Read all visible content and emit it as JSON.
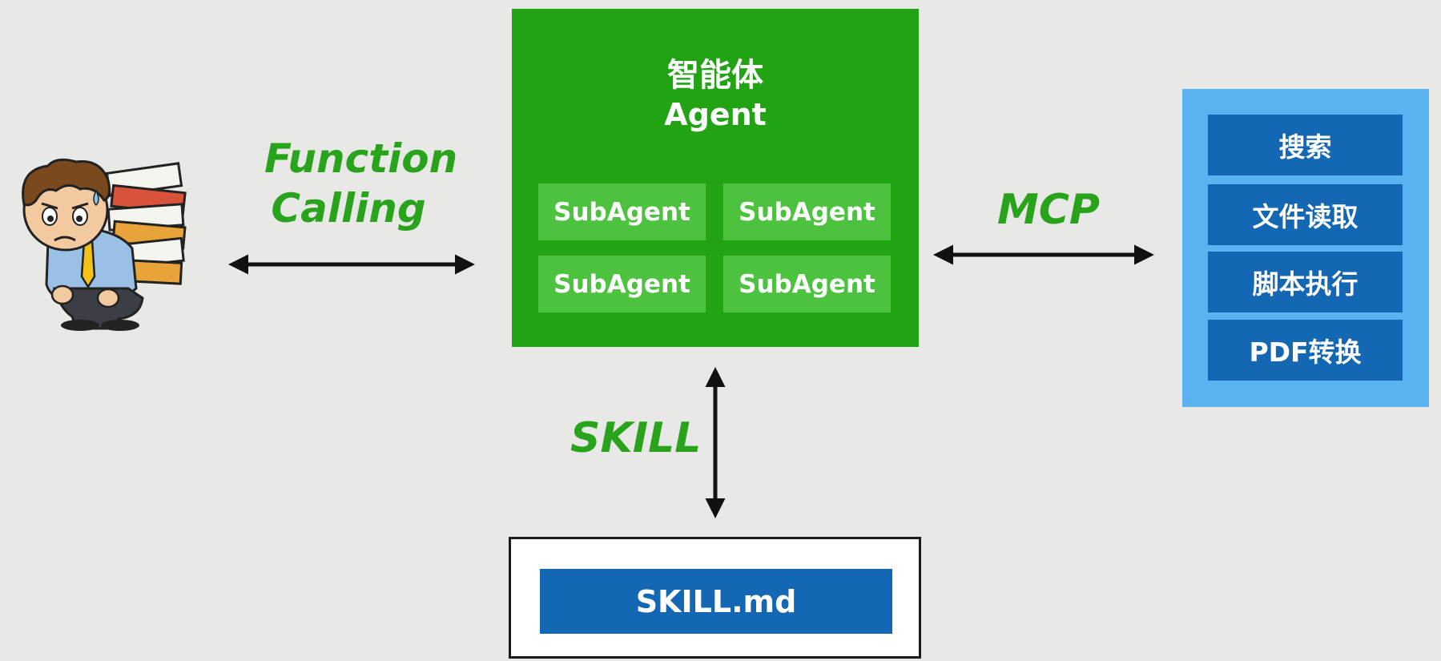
{
  "agent": {
    "title_cn": "智能体",
    "title_en": "Agent",
    "subagents": [
      "SubAgent",
      "SubAgent",
      "SubAgent",
      "SubAgent"
    ]
  },
  "labels": {
    "function_calling_line1": "Function",
    "function_calling_line2": "Calling",
    "mcp": "MCP",
    "skill": "SKILL"
  },
  "tools": [
    "搜索",
    "文件读取",
    "脚本执行",
    "PDF转换"
  ],
  "skill_file": "SKILL.md",
  "colors": {
    "background": "#e8e9e6",
    "agent_green": "#21a314",
    "subagent_green": "#4cc23f",
    "label_green": "#2aa31c",
    "tools_panel_blue": "#58b3f0",
    "tool_item_blue": "#1467b2"
  },
  "icons": {
    "user": "stressed-worker-icon"
  }
}
